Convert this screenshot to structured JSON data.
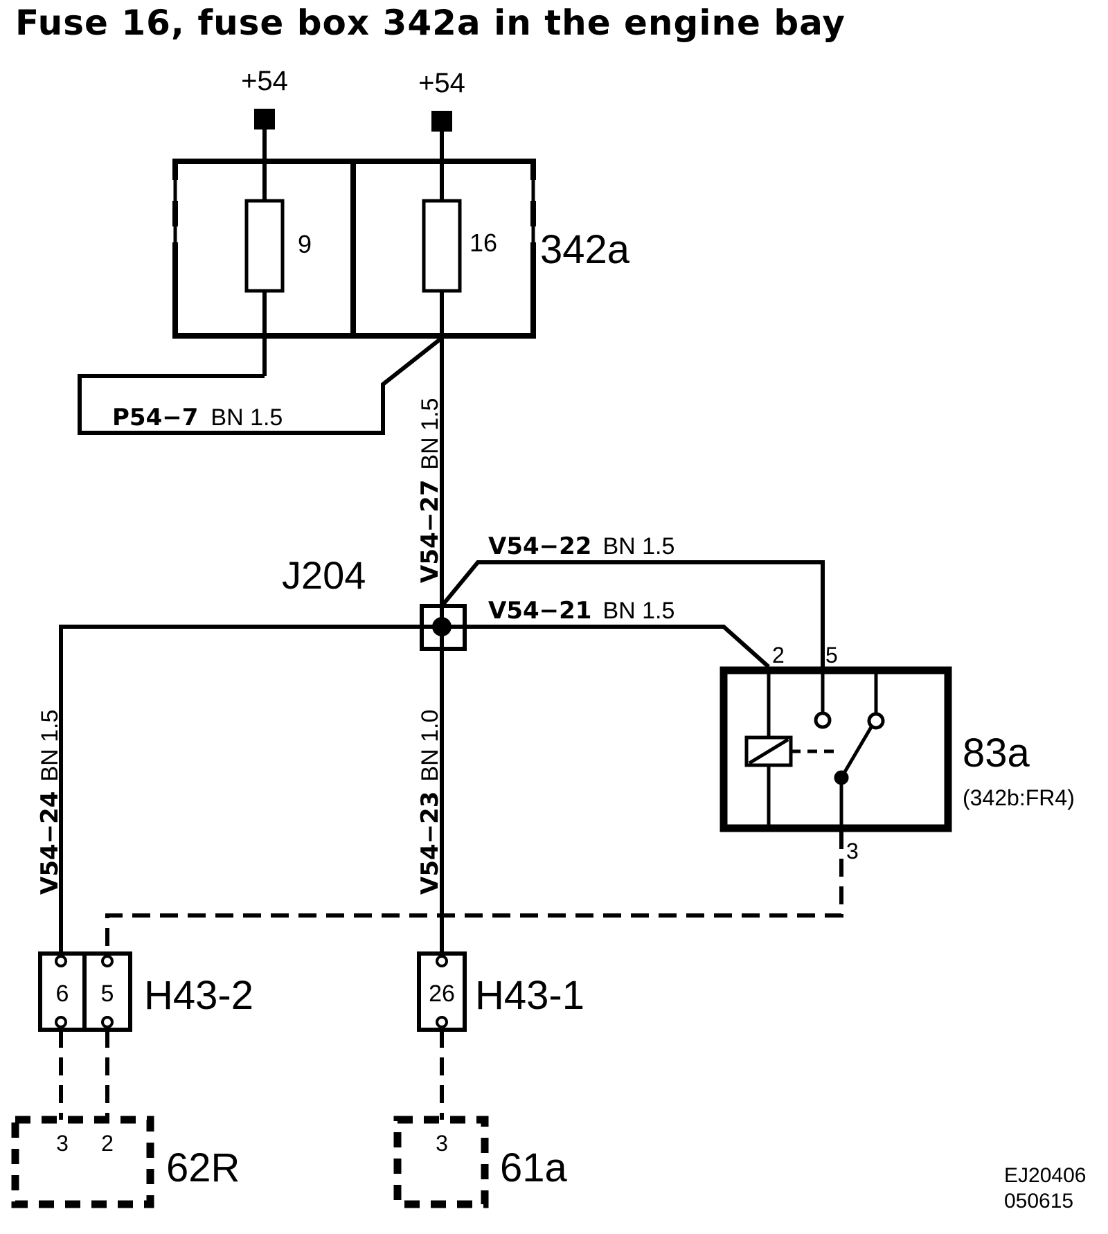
{
  "title": "Fuse 16, fuse box 342a in the engine bay",
  "supply": {
    "left": "+54",
    "right": "+54"
  },
  "fusebox": {
    "id": "342a",
    "fuse_left": "9",
    "fuse_right": "16"
  },
  "wires": {
    "p54_7": {
      "code": "P54−7",
      "spec": "BN 1.5"
    },
    "v54_27": {
      "code": "V54−27",
      "spec": "BN 1.5"
    },
    "v54_22": {
      "code": "V54−22",
      "spec": "BN 1.5"
    },
    "v54_21": {
      "code": "V54−21",
      "spec": "BN 1.5"
    },
    "v54_24": {
      "code": "V54−24",
      "spec": "BN 1.5"
    },
    "v54_23": {
      "code": "V54−23",
      "spec": "BN 1.0"
    }
  },
  "junction": {
    "id": "J204"
  },
  "relay": {
    "id": "83a",
    "ref": "(342b:FR4)",
    "pin_coil": "2",
    "pin_contact": "5",
    "pin_out": "3"
  },
  "connectors": {
    "h43_2": {
      "id": "H43-2",
      "pin_a": "6",
      "pin_b": "5"
    },
    "h43_1": {
      "id": "H43-1",
      "pin": "26"
    }
  },
  "components": {
    "c62r": {
      "id": "62R",
      "pin_a": "3",
      "pin_b": "2"
    },
    "c61a": {
      "id": "61a",
      "pin": "3"
    }
  },
  "doc": {
    "code": "EJ20406",
    "date": "050615"
  }
}
